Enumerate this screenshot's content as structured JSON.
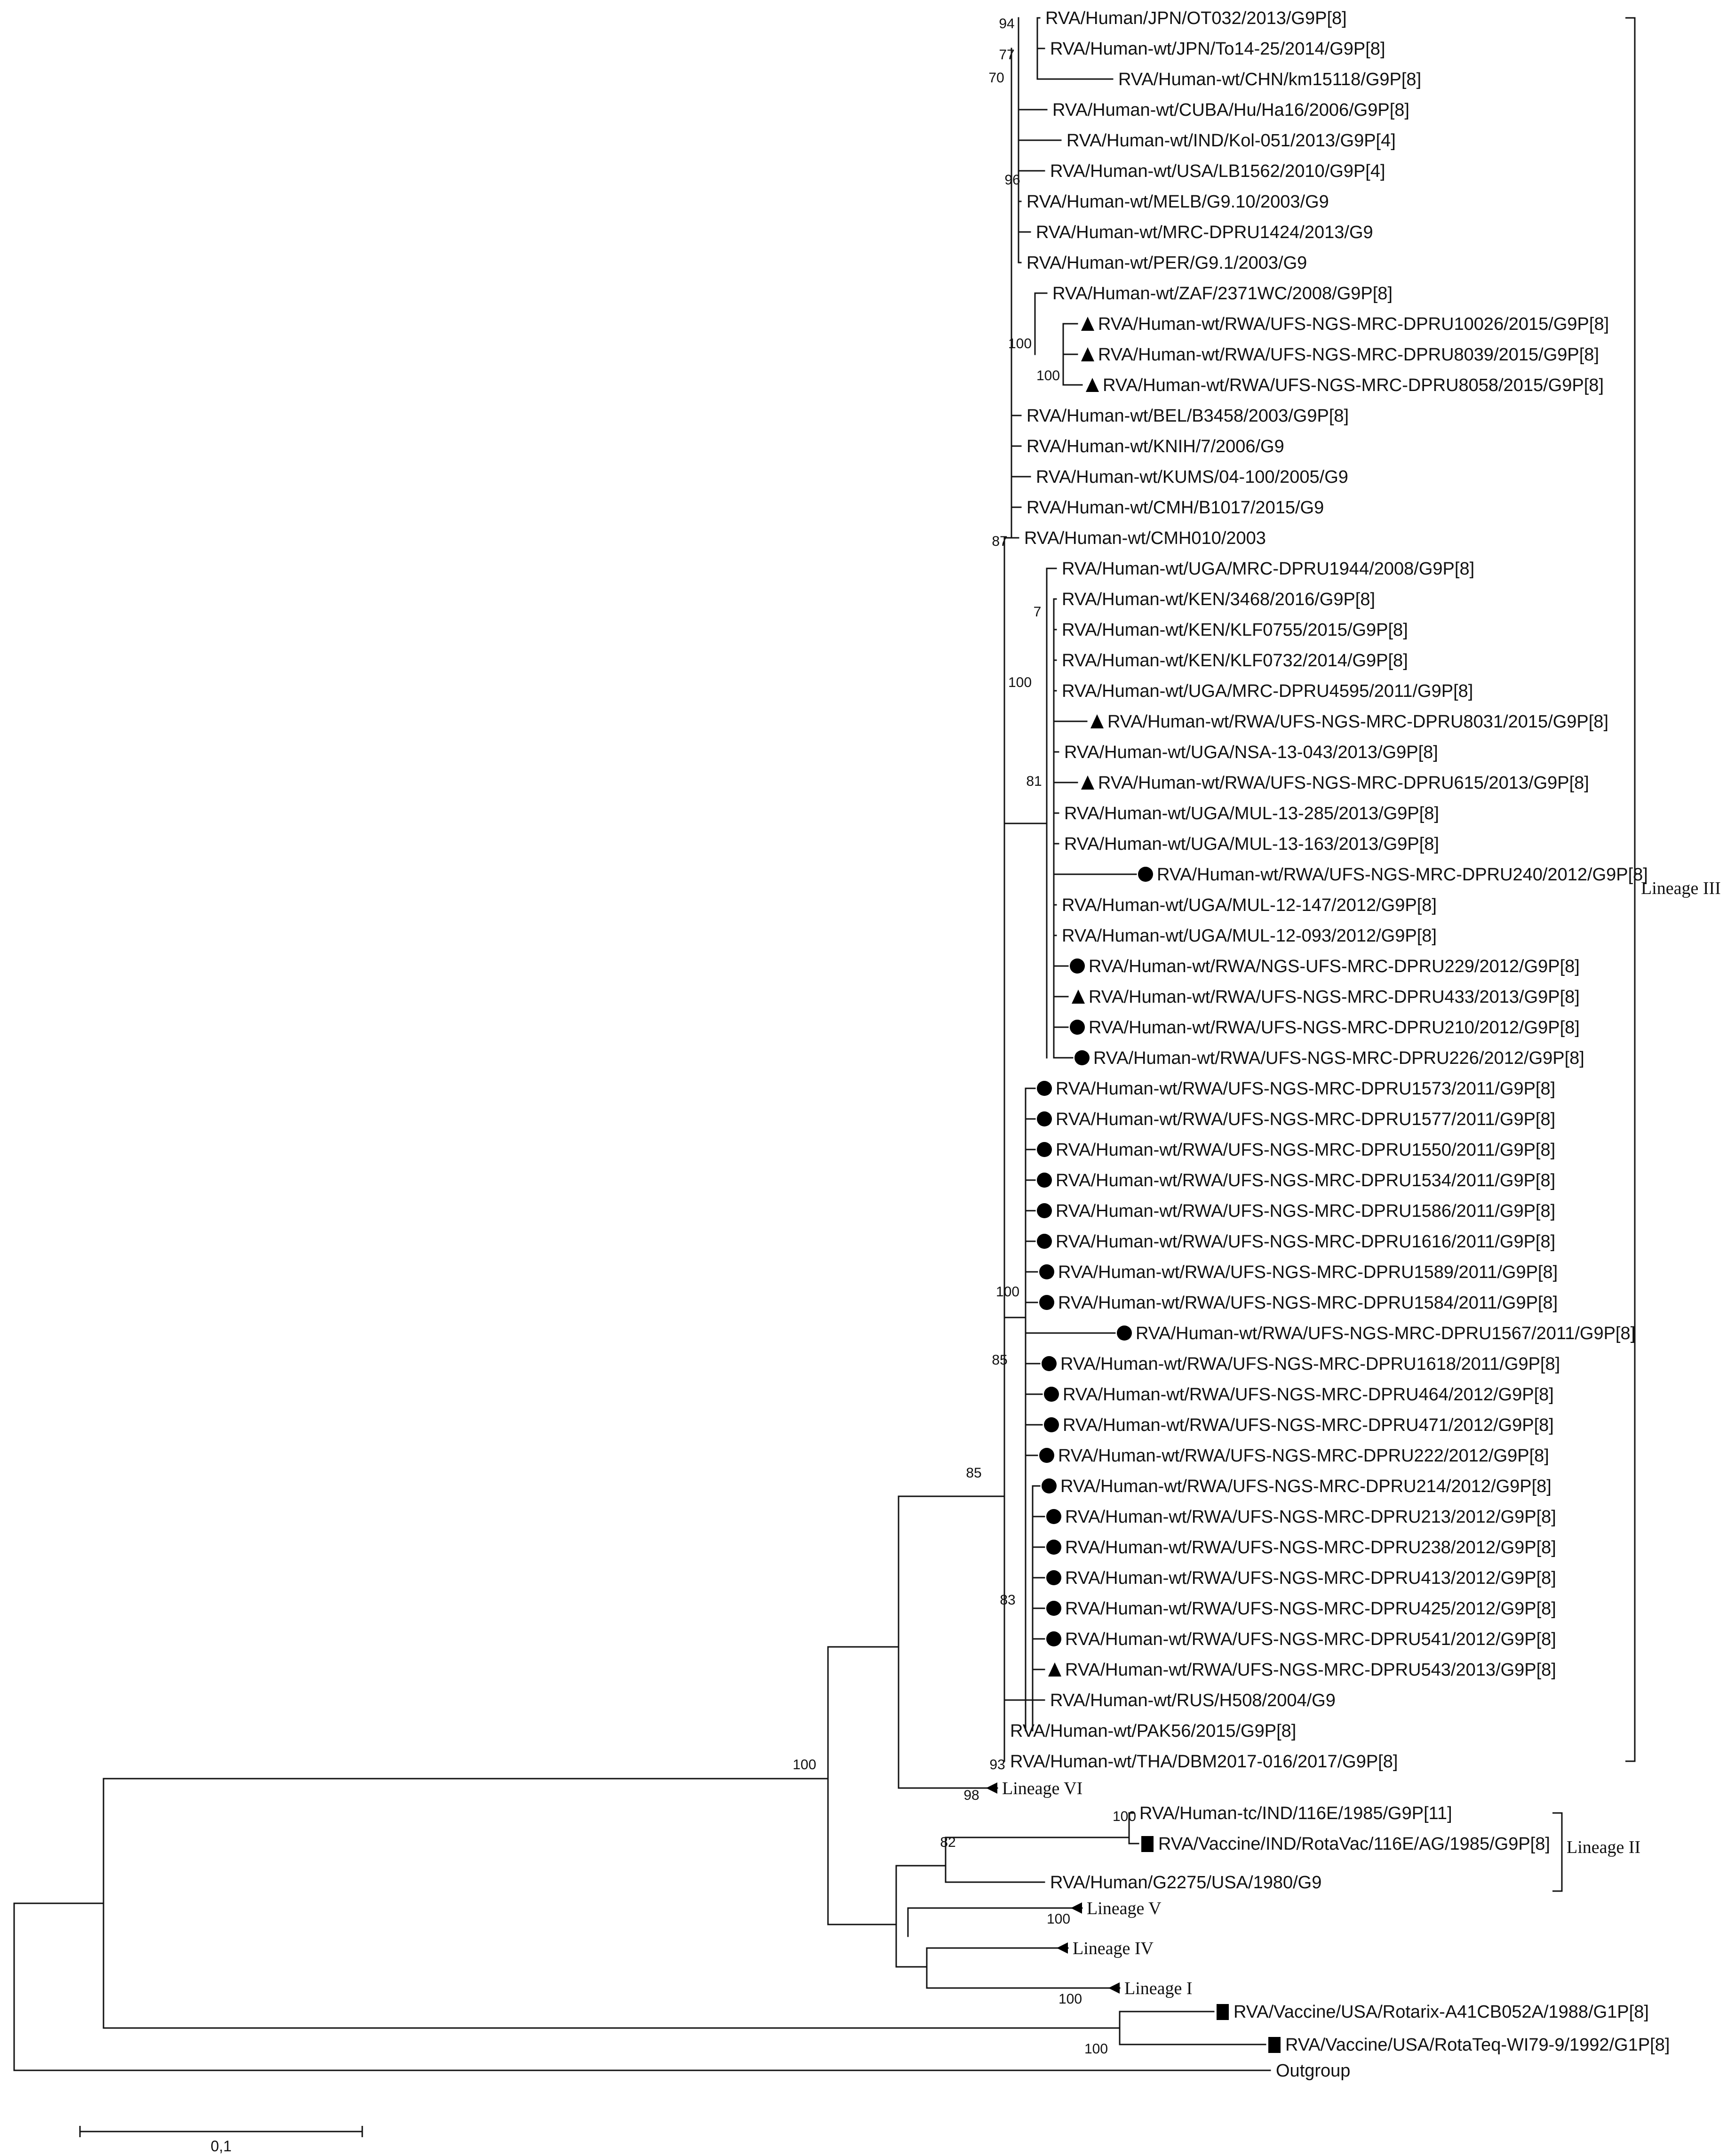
{
  "figure": {
    "scale_bar_label": "0,1",
    "lineage_brackets": [
      {
        "label": "Lineage III"
      },
      {
        "label": "Lineage II"
      }
    ]
  },
  "taxa_top": [
    {
      "label": "RVA/Human/JPN/OT032/2013/G9P[8]",
      "marker": ""
    },
    {
      "label": "RVA/Human-wt/JPN/To14-25/2014/G9P[8]",
      "marker": ""
    },
    {
      "label": "RVA/Human-wt/CHN/km15118/G9P[8]",
      "marker": ""
    },
    {
      "label": "RVA/Human-wt/CUBA/Hu/Ha16/2006/G9P[8]",
      "marker": ""
    },
    {
      "label": "RVA/Human-wt/IND/Kol-051/2013/G9P[4]",
      "marker": ""
    },
    {
      "label": "RVA/Human-wt/USA/LB1562/2010/G9P[4]",
      "marker": ""
    },
    {
      "label": "RVA/Human-wt/MELB/G9.10/2003/G9",
      "marker": ""
    },
    {
      "label": "RVA/Human-wt/MRC-DPRU1424/2013/G9",
      "marker": ""
    },
    {
      "label": "RVA/Human-wt/PER/G9.1/2003/G9",
      "marker": ""
    },
    {
      "label": "RVA/Human-wt/ZAF/2371WC/2008/G9P[8]",
      "marker": ""
    },
    {
      "label": "RVA/Human-wt/RWA/UFS-NGS-MRC-DPRU10026/2015/G9P[8]",
      "marker": "triangle"
    },
    {
      "label": "RVA/Human-wt/RWA/UFS-NGS-MRC-DPRU8039/2015/G9P[8]",
      "marker": "triangle"
    },
    {
      "label": "RVA/Human-wt/RWA/UFS-NGS-MRC-DPRU8058/2015/G9P[8]",
      "marker": "triangle"
    },
    {
      "label": "RVA/Human-wt/BEL/B3458/2003/G9P[8]",
      "marker": ""
    },
    {
      "label": "RVA/Human-wt/KNIH/7/2006/G9",
      "marker": ""
    },
    {
      "label": "RVA/Human-wt/KUMS/04-100/2005/G9",
      "marker": ""
    },
    {
      "label": "RVA/Human-wt/CMH/B1017/2015/G9",
      "marker": ""
    },
    {
      "label": "RVA/Human-wt/CMH010/2003",
      "marker": ""
    },
    {
      "label": "RVA/Human-wt/UGA/MRC-DPRU1944/2008/G9P[8]",
      "marker": ""
    },
    {
      "label": "RVA/Human-wt/KEN/3468/2016/G9P[8]",
      "marker": ""
    },
    {
      "label": "RVA/Human-wt/KEN/KLF0755/2015/G9P[8]",
      "marker": ""
    },
    {
      "label": "RVA/Human-wt/KEN/KLF0732/2014/G9P[8]",
      "marker": ""
    },
    {
      "label": "RVA/Human-wt/UGA/MRC-DPRU4595/2011/G9P[8]",
      "marker": ""
    },
    {
      "label": "RVA/Human-wt/RWA/UFS-NGS-MRC-DPRU8031/2015/G9P[8]",
      "marker": "triangle"
    },
    {
      "label": "RVA/Human-wt/UGA/NSA-13-043/2013/G9P[8]",
      "marker": ""
    },
    {
      "label": "RVA/Human-wt/RWA/UFS-NGS-MRC-DPRU615/2013/G9P[8]",
      "marker": "triangle"
    },
    {
      "label": "RVA/Human-wt/UGA/MUL-13-285/2013/G9P[8]",
      "marker": ""
    },
    {
      "label": "RVA/Human-wt/UGA/MUL-13-163/2013/G9P[8]",
      "marker": ""
    },
    {
      "label": "RVA/Human-wt/RWA/UFS-NGS-MRC-DPRU240/2012/G9P[8]",
      "marker": "circle"
    },
    {
      "label": "RVA/Human-wt/UGA/MUL-12-147/2012/G9P[8]",
      "marker": ""
    },
    {
      "label": "RVA/Human-wt/UGA/MUL-12-093/2012/G9P[8]",
      "marker": ""
    },
    {
      "label": "RVA/Human-wt/RWA/NGS-UFS-MRC-DPRU229/2012/G9P[8]",
      "marker": "circle"
    },
    {
      "label": "RVA/Human-wt/RWA/UFS-NGS-MRC-DPRU433/2013/G9P[8]",
      "marker": "triangle"
    },
    {
      "label": "RVA/Human-wt/RWA/UFS-NGS-MRC-DPRU210/2012/G9P[8]",
      "marker": "circle"
    },
    {
      "label": "RVA/Human-wt/RWA/UFS-NGS-MRC-DPRU226/2012/G9P[8]",
      "marker": "circle"
    },
    {
      "label": "RVA/Human-wt/RWA/UFS-NGS-MRC-DPRU1573/2011/G9P[8]",
      "marker": "circle"
    },
    {
      "label": "RVA/Human-wt/RWA/UFS-NGS-MRC-DPRU1577/2011/G9P[8]",
      "marker": "circle"
    },
    {
      "label": "RVA/Human-wt/RWA/UFS-NGS-MRC-DPRU1550/2011/G9P[8]",
      "marker": "circle"
    },
    {
      "label": "RVA/Human-wt/RWA/UFS-NGS-MRC-DPRU1534/2011/G9P[8]",
      "marker": "circle"
    },
    {
      "label": "RVA/Human-wt/RWA/UFS-NGS-MRC-DPRU1586/2011/G9P[8]",
      "marker": "circle"
    },
    {
      "label": "RVA/Human-wt/RWA/UFS-NGS-MRC-DPRU1616/2011/G9P[8]",
      "marker": "circle"
    },
    {
      "label": "RVA/Human-wt/RWA/UFS-NGS-MRC-DPRU1589/2011/G9P[8]",
      "marker": "circle"
    },
    {
      "label": "RVA/Human-wt/RWA/UFS-NGS-MRC-DPRU1584/2011/G9P[8]",
      "marker": "circle"
    },
    {
      "label": "RVA/Human-wt/RWA/UFS-NGS-MRC-DPRU1567/2011/G9P[8]",
      "marker": "circle"
    },
    {
      "label": "RVA/Human-wt/RWA/UFS-NGS-MRC-DPRU1618/2011/G9P[8]",
      "marker": "circle"
    },
    {
      "label": "RVA/Human-wt/RWA/UFS-NGS-MRC-DPRU464/2012/G9P[8]",
      "marker": "circle"
    },
    {
      "label": "RVA/Human-wt/RWA/UFS-NGS-MRC-DPRU471/2012/G9P[8]",
      "marker": "circle"
    },
    {
      "label": "RVA/Human-wt/RWA/UFS-NGS-MRC-DPRU222/2012/G9P[8]",
      "marker": "circle"
    },
    {
      "label": "RVA/Human-wt/RWA/UFS-NGS-MRC-DPRU214/2012/G9P[8]",
      "marker": "circle"
    },
    {
      "label": "RVA/Human-wt/RWA/UFS-NGS-MRC-DPRU213/2012/G9P[8]",
      "marker": "circle"
    },
    {
      "label": "RVA/Human-wt/RWA/UFS-NGS-MRC-DPRU238/2012/G9P[8]",
      "marker": "circle"
    },
    {
      "label": "RVA/Human-wt/RWA/UFS-NGS-MRC-DPRU413/2012/G9P[8]",
      "marker": "circle"
    },
    {
      "label": "RVA/Human-wt/RWA/UFS-NGS-MRC-DPRU425/2012/G9P[8]",
      "marker": "circle"
    },
    {
      "label": "RVA/Human-wt/RWA/UFS-NGS-MRC-DPRU541/2012/G9P[8]",
      "marker": "circle"
    },
    {
      "label": "RVA/Human-wt/RWA/UFS-NGS-MRC-DPRU543/2013/G9P[8]",
      "marker": "triangle"
    },
    {
      "label": "RVA/Human-wt/RUS/H508/2004/G9",
      "marker": ""
    },
    {
      "label": "RVA/Human-wt/PAK56/2015/G9P[8]",
      "marker": ""
    },
    {
      "label": "RVA/Human-wt/THA/DBM2017-016/2017/G9P[8]",
      "marker": ""
    }
  ],
  "taxa_bottom": [
    {
      "label": "Lineage VI",
      "marker": "collapsed"
    },
    {
      "label": "RVA/Human-tc/IND/116E/1985/G9P[11]",
      "marker": ""
    },
    {
      "label": "RVA/Vaccine/IND/RotaVac/116E/AG/1985/G9P[8]",
      "marker": "square"
    },
    {
      "label": "RVA/Human/G2275/USA/1980/G9",
      "marker": ""
    },
    {
      "label": "Lineage V",
      "marker": "collapsed"
    },
    {
      "label": "Lineage IV",
      "marker": "collapsed"
    },
    {
      "label": "Lineage I",
      "marker": "collapsed"
    },
    {
      "label": "RVA/Vaccine/USA/Rotarix-A41CB052A/1988/G1P[8]",
      "marker": "square"
    },
    {
      "label": "RVA/Vaccine/USA/RotaTeq-WI79-9/1992/G1P[8]",
      "marker": "square"
    },
    {
      "label": "Outgroup",
      "marker": ""
    }
  ],
  "bootstrap_values": [
    "94",
    "77",
    "70",
    "96",
    "100",
    "100",
    "87",
    "7",
    "100",
    "81",
    "100",
    "85",
    "85",
    "83",
    "93",
    "100",
    "98",
    "100",
    "82",
    "100",
    "100",
    "100"
  ]
}
